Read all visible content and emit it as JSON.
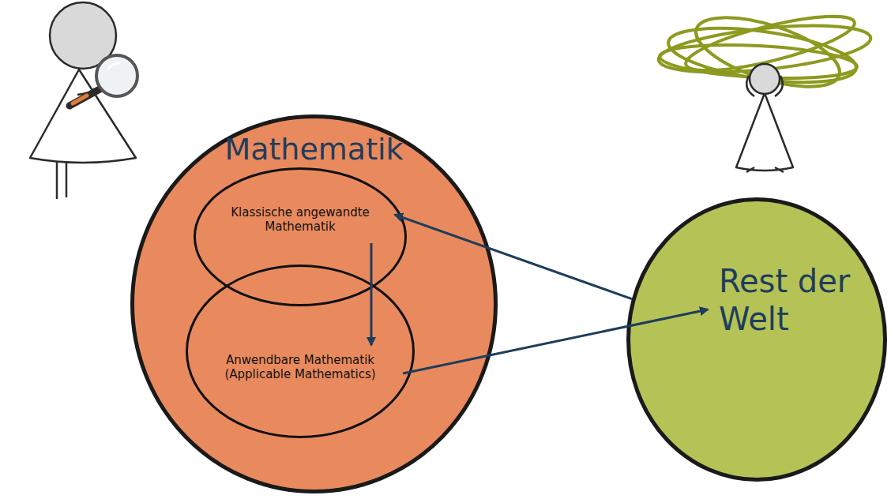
{
  "diagram": {
    "nodes": [
      {
        "text": [
          "Mathematik"
        ]
      },
      {
        "text": [
          "Klassische angewandte Mathematik"
        ],
        "in": 0
      },
      {
        "text": [
          "Anwendbare Mathematik (Applicable Mathematics)"
        ],
        "in": 0
      },
      {
        "text": [
          "Rest der Welt"
        ]
      }
    ],
    "edges": [
      {
        "from": 3,
        "to": 1,
        "arrow": "to"
      },
      {
        "from": 1,
        "to": 2,
        "arrow": "to"
      },
      {
        "from": 2,
        "to": 3,
        "arrow": "to"
      }
    ]
  }
}
